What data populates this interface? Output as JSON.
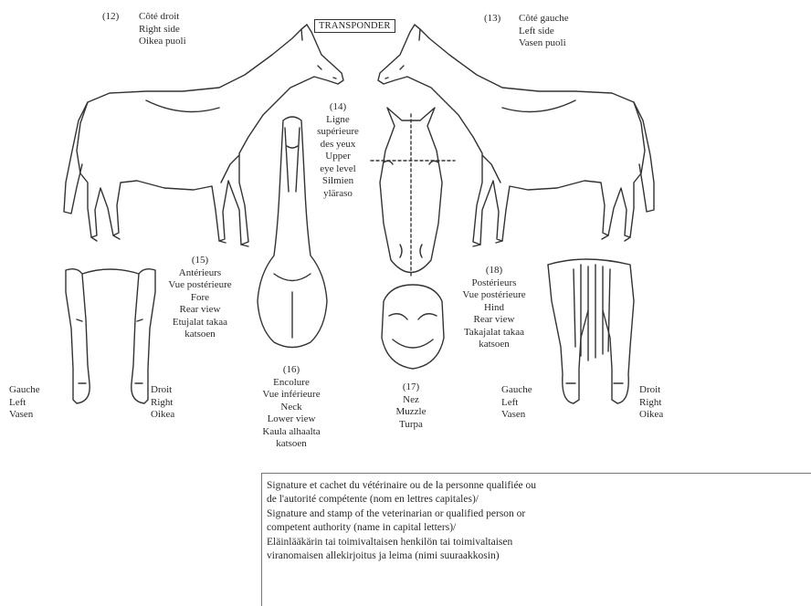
{
  "transponder_label": "TRANSPONDER",
  "views": {
    "right_side": {
      "number": "(12)",
      "lines": [
        "Côté droit",
        "Right side",
        "Oikea puoli"
      ]
    },
    "left_side": {
      "number": "(13)",
      "lines": [
        "Côté gauche",
        "Left side",
        "Vasen puoli"
      ]
    },
    "eye_level": {
      "number": "(14)",
      "lines": [
        "Ligne",
        "supérieure",
        "des yeux",
        "Upper",
        "eye level",
        "Silmien",
        "yläraso"
      ]
    },
    "fore": {
      "number": "(15)",
      "lines": [
        "Antérieurs",
        "Vue postérieure",
        "Fore",
        "Rear view",
        "Etujalat takaa",
        "katsoen"
      ]
    },
    "neck": {
      "number": "(16)",
      "lines": [
        "Encolure",
        "Vue inférieure",
        "Neck",
        "Lower view",
        "Kaula alhaalta",
        "katsoen"
      ]
    },
    "muzzle": {
      "number": "(17)",
      "lines": [
        "Nez",
        "Muzzle",
        "Turpa"
      ]
    },
    "hind": {
      "number": "(18)",
      "lines": [
        "Postérieurs",
        "Vue postérieure",
        "Hind",
        "Rear view",
        "Takajalat takaa",
        "katsoen"
      ]
    }
  },
  "sides": {
    "fore_left": [
      "Gauche",
      "Left",
      "Vasen"
    ],
    "fore_right": [
      "Droit",
      "Right",
      "Oikea"
    ],
    "hind_left": [
      "Gauche",
      "Left",
      "Vasen"
    ],
    "hind_right": [
      "Droit",
      "Right",
      "Oikea"
    ]
  },
  "signature": {
    "lines": [
      "Signature et cachet du vétérinaire ou de la personne qualifiée ou",
      "de l'autorité compétente (nom en lettres capitales)/",
      "Signature and stamp of the veterinarian or qualified person or",
      "competent authority (name in capital letters)/",
      "Eläinlääkärin tai toimivaltaisen henkilön tai toimivaltaisen",
      "viranomaisen allekirjoitus ja leima (nimi suuraakkosin)"
    ]
  }
}
